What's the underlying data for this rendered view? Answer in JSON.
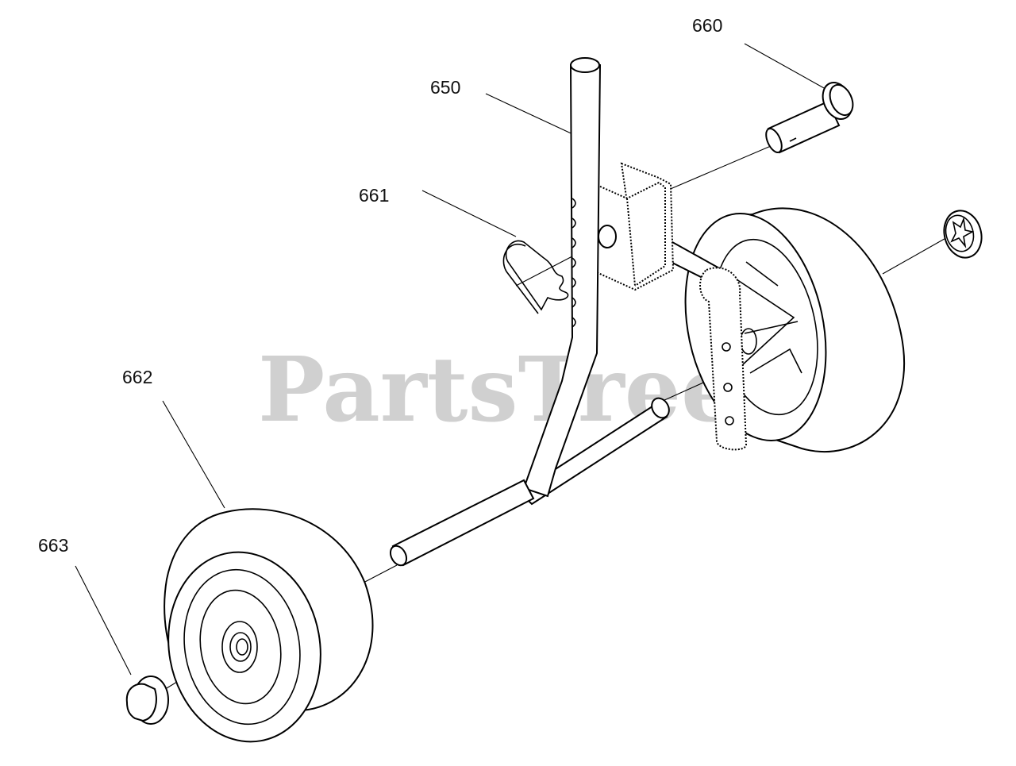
{
  "watermark": "PartsTree",
  "callouts": {
    "p650": "650",
    "p660": "660",
    "p661": "661",
    "p662": "662",
    "p663": "663"
  },
  "colors": {
    "line": "#000000",
    "watermark": "#c8c8c8",
    "background": "#ffffff"
  }
}
